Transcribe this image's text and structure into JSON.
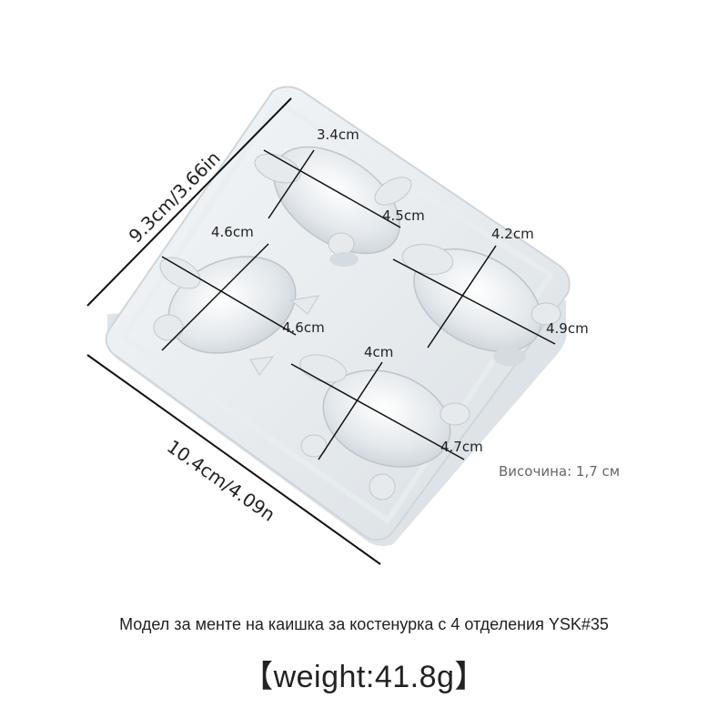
{
  "product": {
    "title": "Модел за менте на каишка за костенурка с 4 отделения YSK#35",
    "weight": "【weight:41.8g】",
    "height_note": "Височина: 1,7 см"
  },
  "dimensions": {
    "width": "9.3cm/3.66in",
    "length": "10.4cm/4.09n"
  },
  "cavities": {
    "top": {
      "width": "3.4cm",
      "length": "4.5cm"
    },
    "left": {
      "width": "4.6cm",
      "length": "4.6cm"
    },
    "right": {
      "width": "4.2cm",
      "length": "4.9cm"
    },
    "bottom": {
      "width": "4cm",
      "length": "4.7cm"
    }
  }
}
